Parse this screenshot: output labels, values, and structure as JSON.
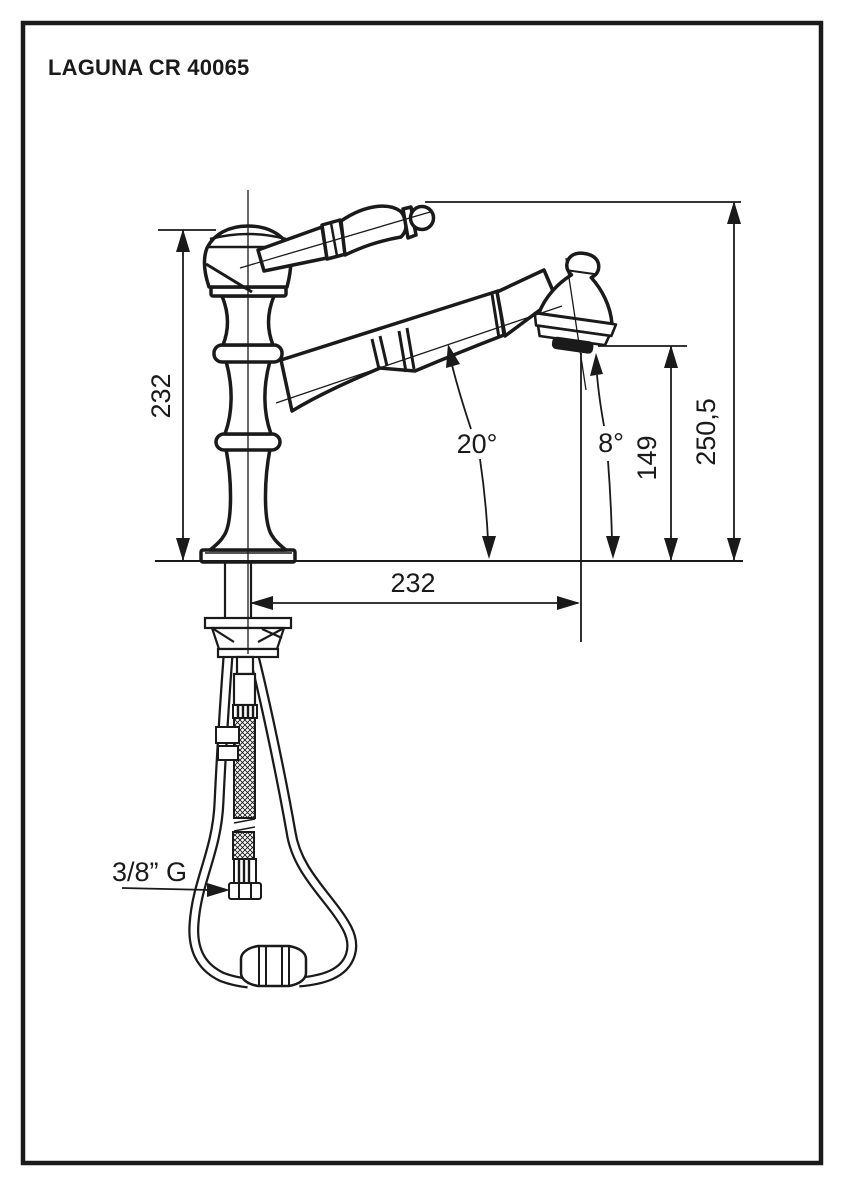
{
  "drawing": {
    "title": "LAGUNA CR 40065",
    "dims": {
      "body_height": "232",
      "overall_height": "250,5",
      "outlet_height": "149",
      "reach": "232",
      "spout_angle": "20°",
      "head_angle": "8°",
      "thread": "3/8” G"
    }
  }
}
